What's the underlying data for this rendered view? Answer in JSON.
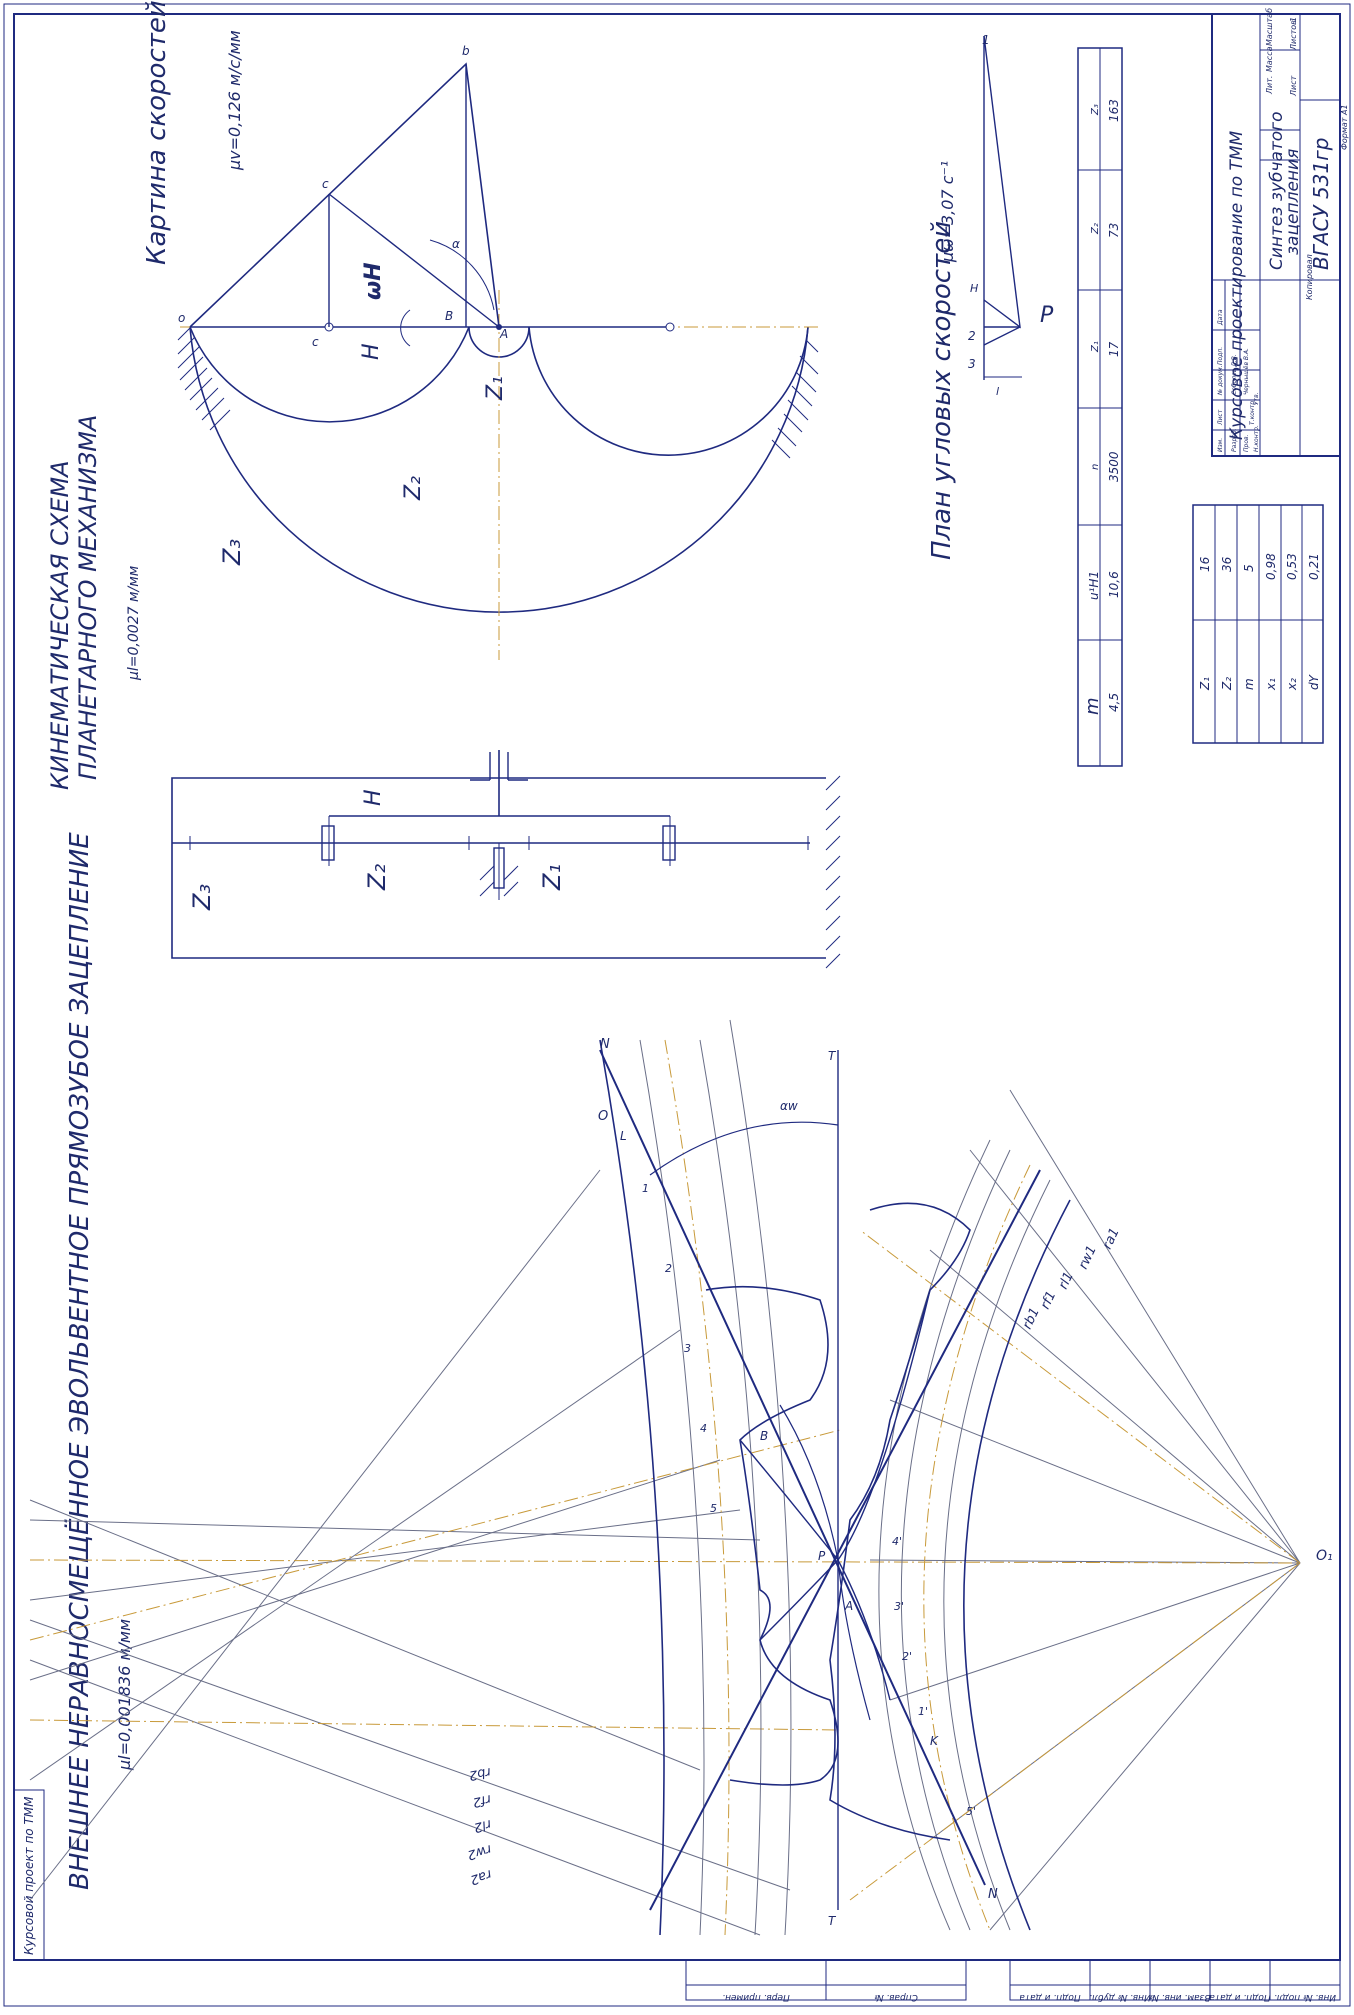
{
  "colors": {
    "line": "#1f2a80",
    "thin": "#6a6f88",
    "axis": "#c89a3a",
    "paper": "#ffffff"
  },
  "left_stamp": {
    "course_label": "Курсовой проект по ТММ",
    "bottom_cells": [
      "Подп. и дата",
      "Инв. № дубл.",
      "Взам. инв. №",
      "Подп. и дата",
      "Инв. № подл."
    ],
    "upper_cells": [
      "Справ. №",
      "Перв. примен."
    ]
  },
  "gearing": {
    "title": "ВНЕШНЕЕ НЕРАВНОСМЕЩЁННОЕ ЭВОЛЬВЕНТНОЕ ПРЯМОЗУБОЕ ЗАЦЕПЛЕНИЕ",
    "scale": "μl=0,001836 м/мм",
    "labels": {
      "O1": "O₁",
      "O": "O",
      "N_top": "N",
      "N_bottom": "N",
      "T_top": "T",
      "T_bottom": "T",
      "L": "L",
      "K": "K",
      "P": "P",
      "A": "A",
      "B": "B",
      "aw": "αw"
    },
    "numbers_left": [
      "1",
      "2",
      "3",
      "4",
      "5"
    ],
    "numbers_right": [
      "1'",
      "2'",
      "3'",
      "4'",
      "5'"
    ],
    "radii_wheel2": [
      "rb2",
      "rf2",
      "rl2",
      "rw2",
      "ra2"
    ],
    "radii_wheel1": [
      "rb1",
      "rf1",
      "rl1",
      "rw1",
      "ra1"
    ]
  },
  "kinematic": {
    "title_line1": "КИНЕМАТИЧЕСКАЯ СХЕМА",
    "title_line2": "ПЛАНЕТАРНОГО МЕХАНИЗМА",
    "scale": "μl=0,0027 м/мм",
    "labels": {
      "z3": "Z₃",
      "z2": "Z₂",
      "z1": "Z₁",
      "H": "H"
    }
  },
  "velocity": {
    "title": "Картина скоростей",
    "scale": "μv=0,126 м/с/мм",
    "labels": {
      "b": "b",
      "c": "c",
      "c_low": "c",
      "o": "o",
      "B": "B",
      "A": "A",
      "H": "H",
      "wH": "ωH",
      "alpha": "α",
      "z1": "Z₁",
      "z2": "Z₂",
      "z3": "Z₃"
    }
  },
  "angular": {
    "title": "План угловых скоростей",
    "scale": "μω=3,07 с⁻¹",
    "labels": {
      "one": "1",
      "H": "H",
      "two": "2",
      "three": "3",
      "P": "P",
      "l": "l"
    }
  },
  "param_table": {
    "headers": [
      "m",
      "u¹H1",
      "n",
      "Z₁",
      "Z₂",
      "Z₃"
    ],
    "values": [
      "4,5",
      "10,6",
      "3500",
      "17",
      "73",
      "163"
    ]
  },
  "gear_table": {
    "rows": [
      [
        "Z₁",
        "16"
      ],
      [
        "Z₂",
        "36"
      ],
      [
        "m",
        "5"
      ],
      [
        "x₁",
        "0,98"
      ],
      [
        "x₂",
        "0,53"
      ],
      [
        "dY",
        "0,21"
      ]
    ]
  },
  "title_block": {
    "course": "Курсовое проектирование по ТММ",
    "subject_line1": "Синтез зубчатого",
    "subject_line2": "зацепления",
    "code": "ВГАСУ 531гр",
    "header_cells": [
      "Лит.",
      "Масса",
      "Масштаб"
    ],
    "sheet_label": "Лист",
    "sheets_label": "Листов",
    "sheets_value": "1",
    "roles": [
      "Изм.",
      "Лист",
      "№ докум.",
      "Подп.",
      "Дата",
      "Разраб.",
      "Пров.",
      "Т.контр.",
      "Н.контр.",
      "Утв."
    ],
    "names": [
      "Соболев Д.В.",
      "Чернышёв В.А."
    ],
    "copied": "Копировал",
    "format": "Формат A1"
  }
}
